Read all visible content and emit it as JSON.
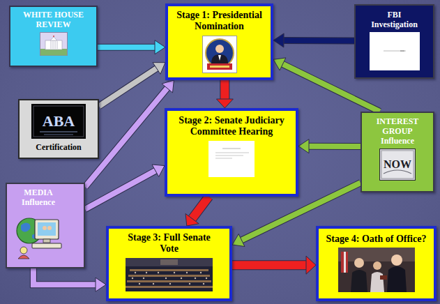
{
  "diagram": {
    "nodes": [
      {
        "text": [
          "WHITE HOUSE REVIEW"
        ]
      },
      {
        "text": [
          "Stage 1: Presidential Nomination"
        ]
      },
      {
        "text": [
          "FBI Investigation"
        ]
      },
      {
        "text": [
          "Certification"
        ]
      },
      {
        "text": [
          "Stage 2: Senate Judiciary Committee Hearing"
        ]
      },
      {
        "text": [
          "INTEREST GROUP Influence"
        ]
      },
      {
        "text": [
          "MEDIA Influence"
        ]
      },
      {
        "text": [
          "Stage 3: Full Senate Vote"
        ]
      },
      {
        "text": [
          "Stage 4: Oath of Office?"
        ]
      }
    ],
    "edges": [
      {
        "from": 0,
        "to": 1,
        "arrow": "to"
      },
      {
        "from": 2,
        "to": 1,
        "arrow": "to"
      },
      {
        "from": 3,
        "to": 1,
        "arrow": "to"
      },
      {
        "from": 6,
        "to": 1,
        "arrow": "to"
      },
      {
        "from": 6,
        "to": 4,
        "arrow": "to"
      },
      {
        "from": 6,
        "to": 7,
        "arrow": "to"
      },
      {
        "from": 5,
        "to": 1,
        "arrow": "to"
      },
      {
        "from": 5,
        "to": 4,
        "arrow": "to"
      },
      {
        "from": 5,
        "to": 7,
        "arrow": "to"
      },
      {
        "from": 1,
        "to": 4,
        "arrow": "to"
      },
      {
        "from": 4,
        "to": 7,
        "arrow": "to"
      },
      {
        "from": 7,
        "to": 8,
        "arrow": "to"
      }
    ],
    "labels": [
      "ABA",
      "NOW"
    ]
  }
}
